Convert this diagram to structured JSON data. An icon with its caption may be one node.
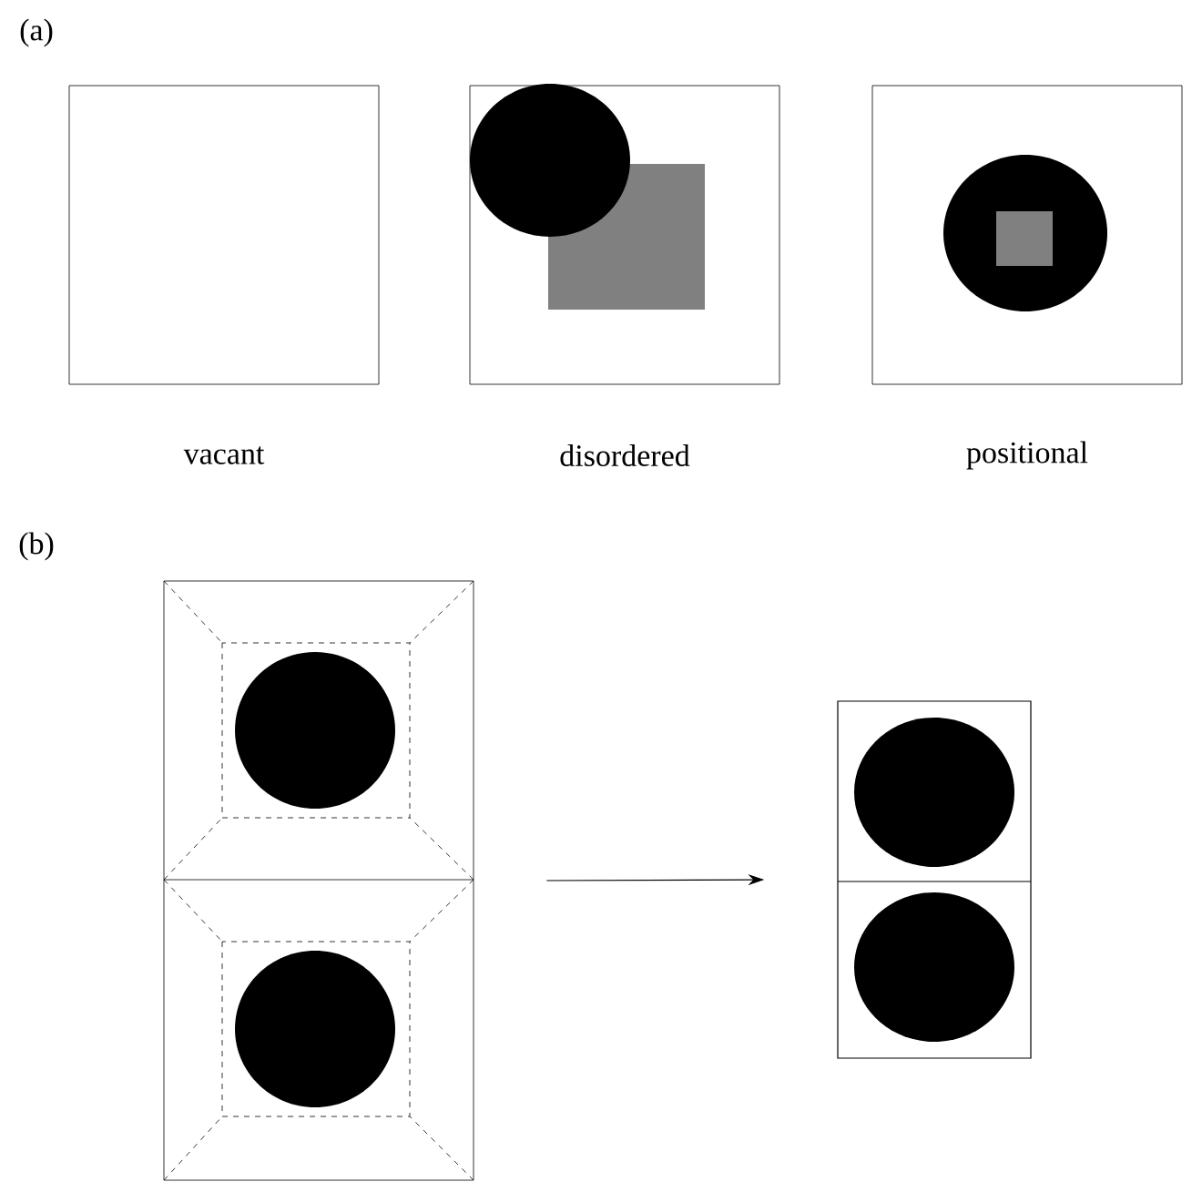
{
  "diagram": {
    "nodes": [
      {
        "text": [],
        "shape": "box",
        "beside": [
          "vacant"
        ]
      },
      {
        "text": [],
        "shape": "box",
        "beside": [
          "disordered"
        ]
      },
      {
        "text": [],
        "shape": "box",
        "beside": [
          "positional"
        ]
      },
      {
        "text": [],
        "shape": "box"
      },
      {
        "text": [],
        "shape": "box"
      }
    ],
    "edges": [
      {
        "from": 3,
        "to": 4,
        "arrow": "to"
      }
    ],
    "labels": [
      "(a)",
      "(b)"
    ]
  }
}
